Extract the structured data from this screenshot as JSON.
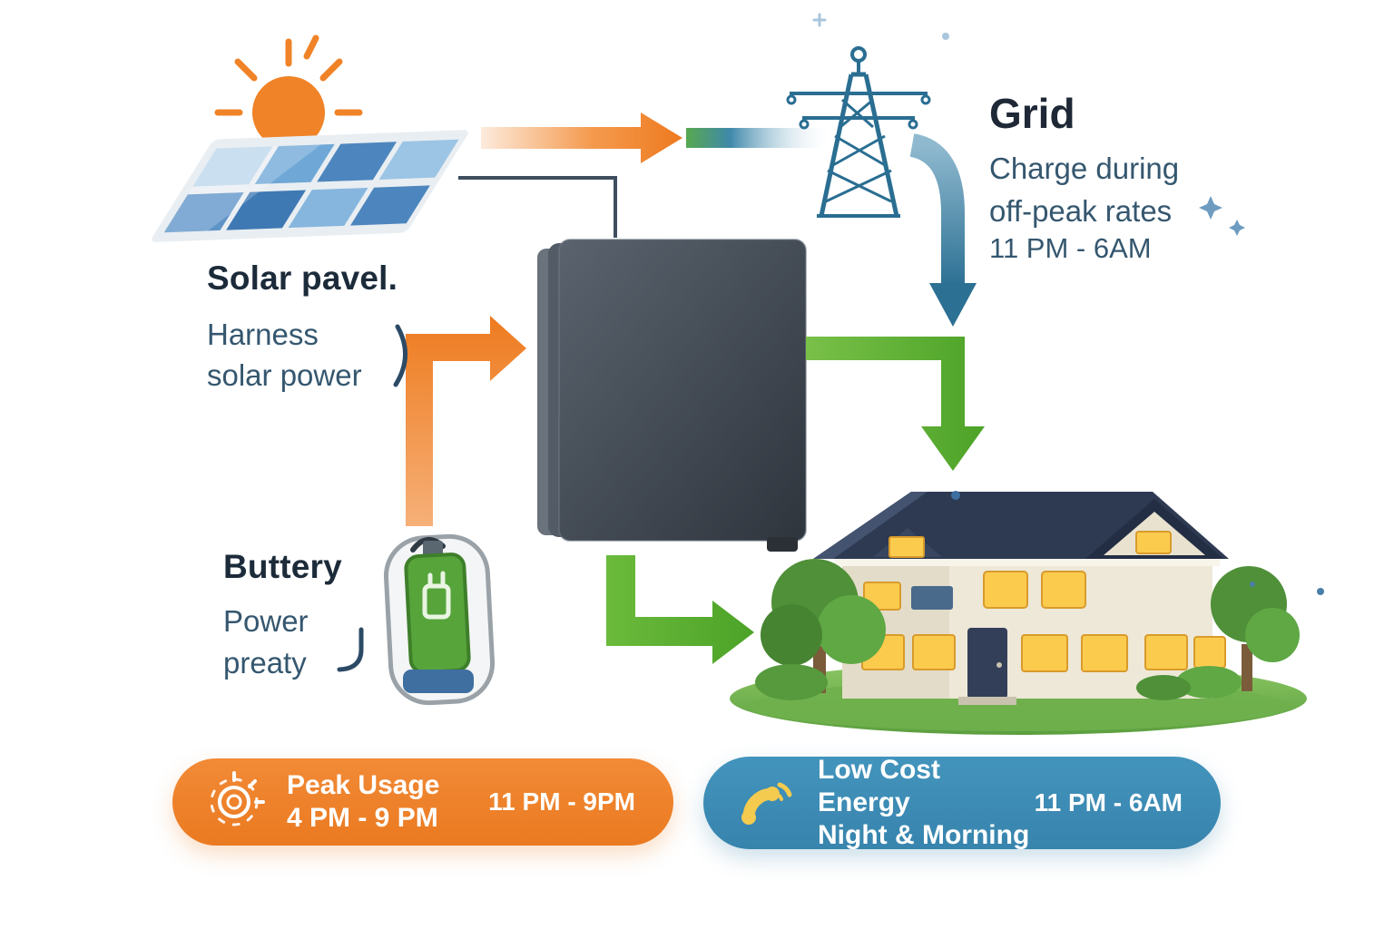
{
  "title": "Home battery energy flow infographic",
  "colors": {
    "accent_orange": "#F0822D",
    "accent_blue": "#3C8BB5",
    "accent_green": "#5CB233",
    "heading_navy": "#1C2B3A",
    "body_slate": "#35576F",
    "tower_blue": "#2A6E92",
    "window_yellow": "#FBCB4E"
  },
  "solar": {
    "label": "Solar pavel.",
    "desc": "Harness\nsolar power",
    "icon": "sun-and-solar-panel"
  },
  "grid": {
    "title": "Grid",
    "desc": "Charge during\noff-peak rates",
    "time": "11 PM - 6AM",
    "icon": "transmission-tower"
  },
  "battery": {
    "label": "Buttery",
    "desc": "Power\npreaty",
    "icon": "battery-charger"
  },
  "house": {
    "icon": "home-illustration"
  },
  "badges": {
    "peak": {
      "title": "Peak Usage\n4 PM - 9 PM",
      "time": "11 PM - 9PM",
      "bg": "#F0822D",
      "icon": "sun-burst-icon"
    },
    "low": {
      "title": "Low Cost Energy\nNight & Morning",
      "time": "11 PM - 6AM",
      "bg": "#3C8BB5",
      "icon": "phone-icon"
    }
  }
}
